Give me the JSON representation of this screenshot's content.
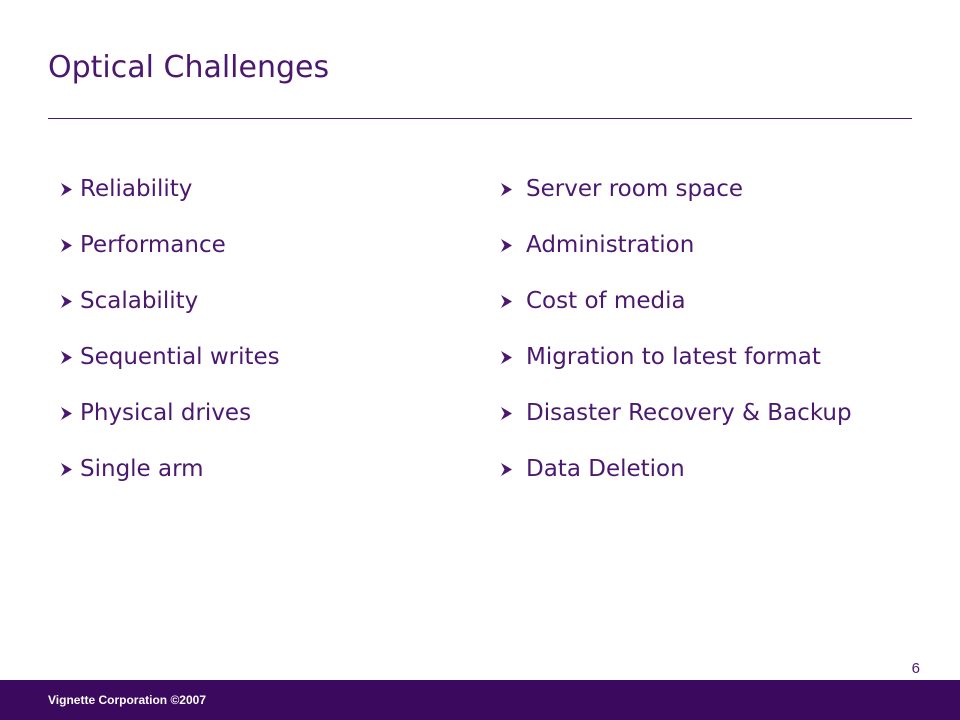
{
  "slide": {
    "title": "Optical Challenges",
    "left_bullets": [
      "Reliability",
      "Performance",
      "Scalability",
      "Sequential writes",
      "Physical drives",
      "Single arm"
    ],
    "right_bullets": [
      "Server room space",
      "Administration",
      "Cost of media",
      "Migration to latest format",
      "Disaster Recovery & Backup",
      "Data Deletion"
    ],
    "bullet_icon": "arrowhead-bullet-icon",
    "page_number": "6"
  },
  "footer": {
    "text": "Vignette Corporation ©2007"
  },
  "colors": {
    "accent": "#4b1870",
    "footer_bg": "#3b0a5e"
  }
}
